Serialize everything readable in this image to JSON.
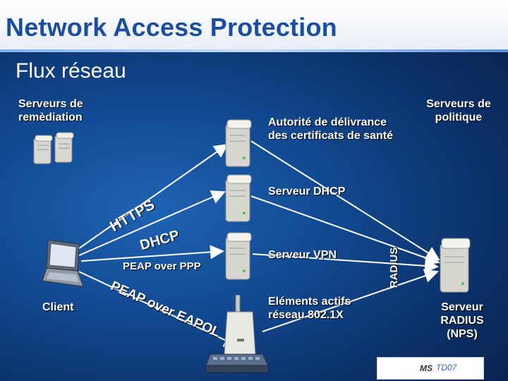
{
  "title": "Network Access Protection",
  "subtitle": "Flux réseau",
  "labels": {
    "remediation_servers": [
      "Serveurs de",
      "remèdiation"
    ],
    "policy_servers": [
      "Serveurs de",
      "politique"
    ],
    "hra": [
      "Autorité de délivrance",
      "des certificats de santé"
    ],
    "dhcp_server": "Serveur DHCP",
    "vpn_server": "Serveur VPN",
    "network_8021x": [
      "Eléments actifs",
      "réseau 802.1X"
    ],
    "client": "Client",
    "radius_server": [
      "Serveur",
      "RADIUS",
      "(NPS)"
    ]
  },
  "flows": {
    "https": "HTTPS",
    "dhcp": "DHCP",
    "peap_ppp": "PEAP over PPP",
    "peap_eapol": "PEAP over EAPOL",
    "radius": "RADIUS"
  },
  "logo": {
    "ms": "MS",
    "td": "TD07"
  },
  "colors": {
    "title": "#1a4fa0",
    "background": "#124a92",
    "line": "#ffffff"
  }
}
